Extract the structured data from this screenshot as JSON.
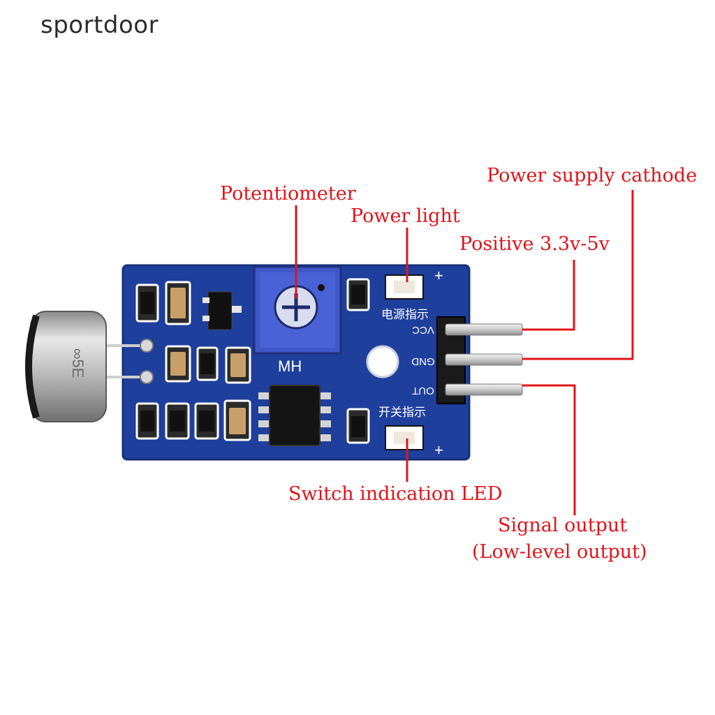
{
  "brand": "sportdoor",
  "labels": {
    "potentiometer": "Potentiometer",
    "power_light": "Power light",
    "power_supply_cathode": "Power supply cathode",
    "positive": "Positive 3.3v-5v",
    "switch_led": "Switch indication LED",
    "signal_output": "Signal output",
    "low_level": "(Low-level output)"
  },
  "board": {
    "pin_vcc": "VCC",
    "pin_gnd": "GND",
    "pin_out": "OUT",
    "pot_marking": "MH",
    "power_led_marking": "电源指示",
    "switch_led_marking": "开关指示",
    "plus_sign": "+",
    "mic_marking": "∞5E"
  },
  "colors": {
    "label_red": "#e0141b",
    "pcb_blue": "#1f3f9c",
    "pot_blue": "#3f57c8"
  }
}
